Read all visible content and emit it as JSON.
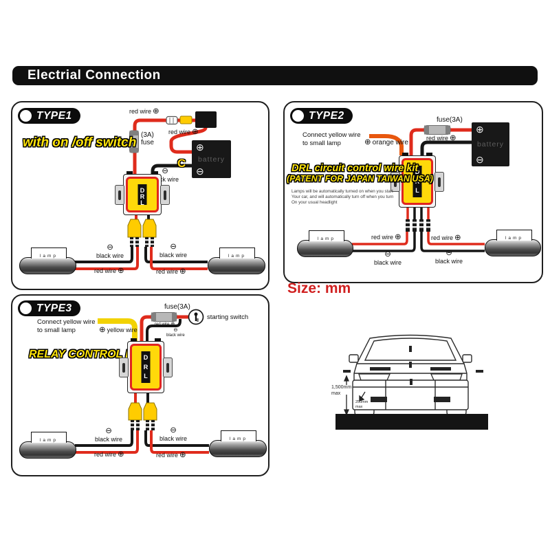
{
  "header": {
    "title": "Electrial Connection"
  },
  "symbols": {
    "plus": "⊕",
    "minus": "⊖"
  },
  "common": {
    "red_wire": "red wire",
    "black_wire": "black wire",
    "lamp": "lamp",
    "battery": "battery",
    "drl_d": "D",
    "drl_r": "R",
    "drl_l": "L"
  },
  "type1": {
    "badge": "TYPE1",
    "subtitle": "with on /off switch",
    "fuse_amp": "(3A)",
    "fuse_word": "fuse",
    "c_terminal": "C"
  },
  "type2": {
    "badge": "TYPE2",
    "note1": "Connect yellow wire",
    "note2": "to small lamp",
    "orange_wire": "orange wire",
    "fuse": "fuse(3A)",
    "kit_title": "DRL circuit control wire kit",
    "kit_subtitle": "(PATENT FOR JAPAN TAIWAN  USA)",
    "desc1": "Lamps will be automatically turned on when you start",
    "desc2": "Your car, and will automatically turn off when you turn",
    "desc3": "On your usual headlight"
  },
  "type3": {
    "badge": "TYPE3",
    "note1": "Connect yellow wire",
    "note2": "to small lamp",
    "yellow_wire": "yellow  wire",
    "fuse": "fuse(3A)",
    "red_wire_small": "red wire",
    "black_wire_small": "black wire",
    "starting_switch": "starting switch",
    "relay_title": "RELAY CONTROL BOX"
  },
  "size_note": "Size: mm",
  "car": {
    "height_value": "1,500mm",
    "height_max": "max",
    "ground_value": "250mm",
    "ground_max": "max"
  },
  "colors": {
    "wire_red": "#df2b1c",
    "wire_black": "#161616",
    "wire_orange": "#e8570e",
    "wire_yellow": "#f2d203",
    "accent_yellow": "#ffe40a",
    "size_red": "#d01f1f"
  }
}
